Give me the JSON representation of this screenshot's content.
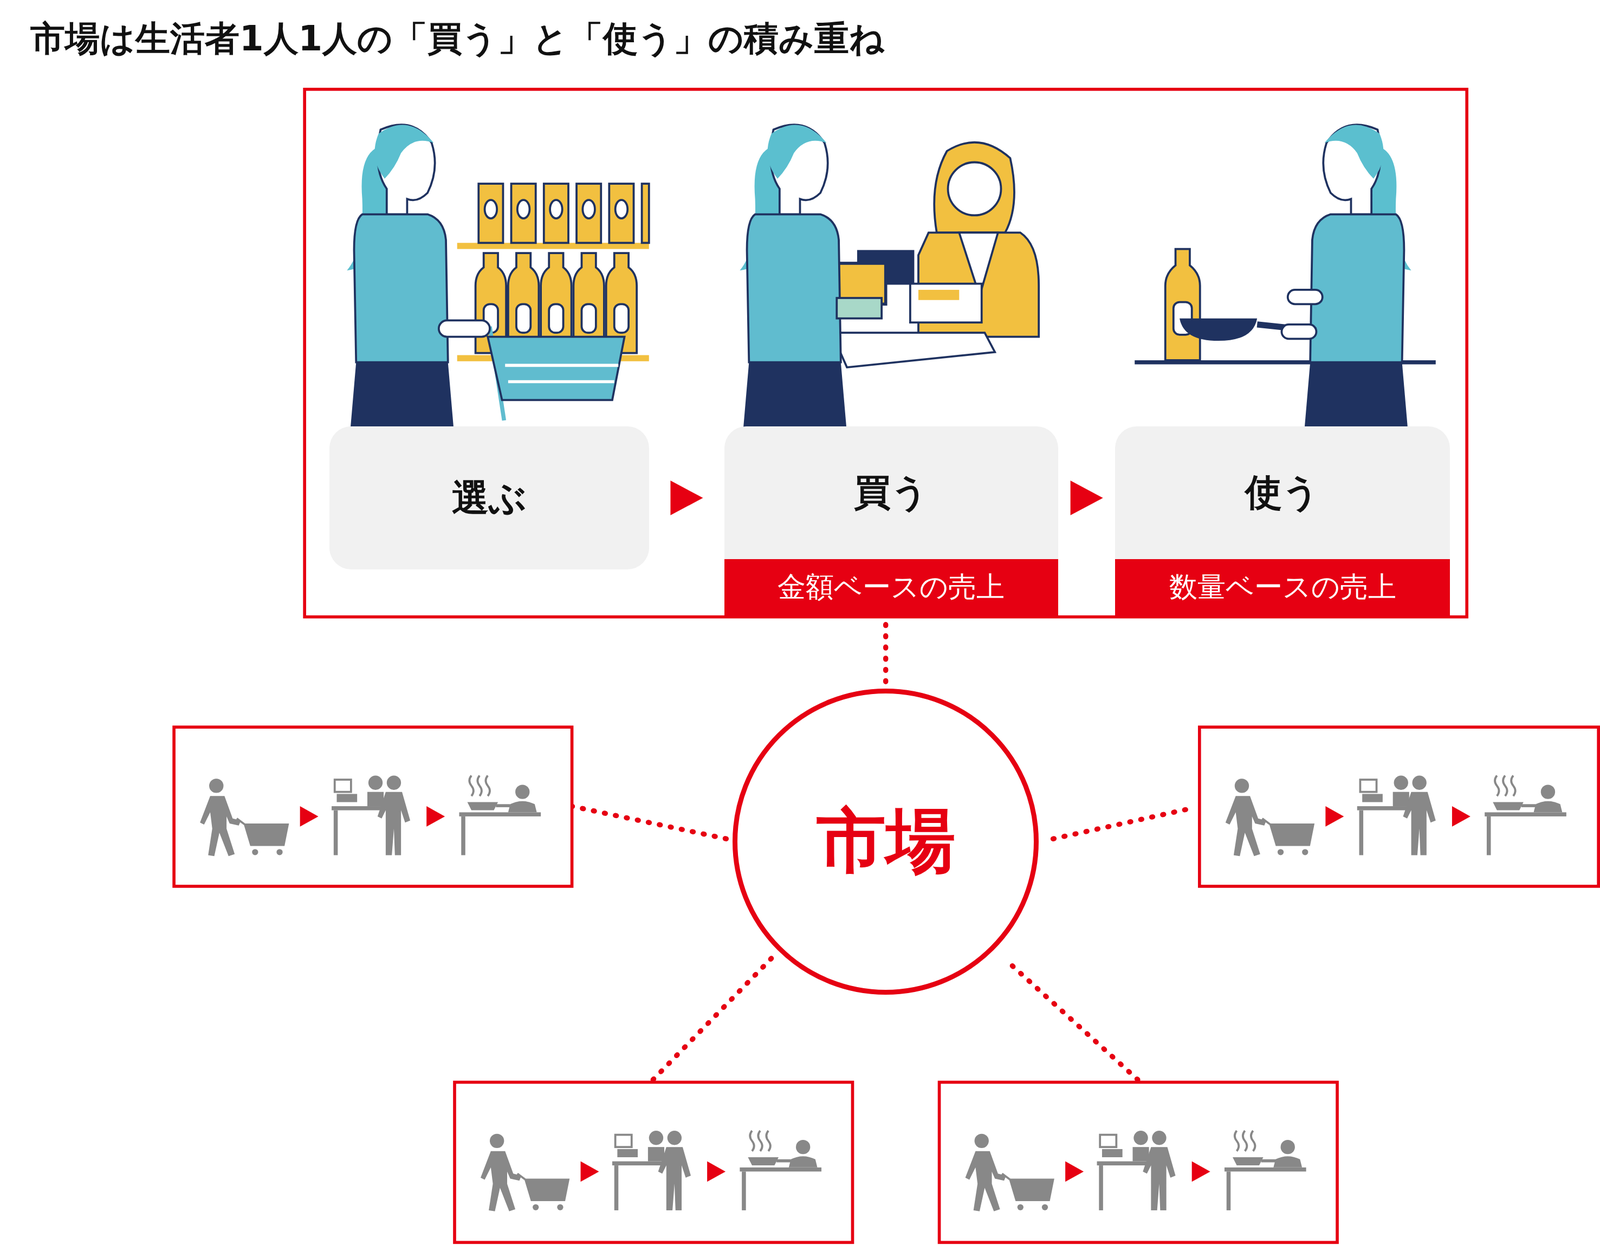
{
  "diagram": {
    "title": "市場は生活者1人1人の「買う」と「使う」の積み重ね",
    "nodes": [
      {
        "text": [
          "選ぶ"
        ]
      },
      {
        "text": [
          "買う",
          "金額ベースの売上"
        ]
      },
      {
        "text": [
          "使う",
          "数量ベースの売上"
        ]
      },
      {
        "text": [
          "市場"
        ]
      }
    ],
    "edges": [
      {
        "from": 0,
        "to": 1,
        "arrow": "to"
      },
      {
        "from": 1,
        "to": 2,
        "arrow": "to"
      }
    ]
  }
}
